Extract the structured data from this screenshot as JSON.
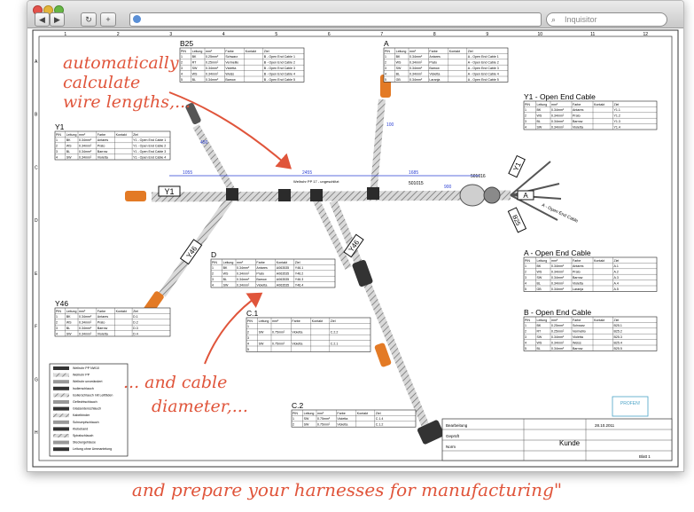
{
  "browser": {
    "back_glyph": "◀",
    "forward_glyph": "▶",
    "reload_glyph": "↻",
    "add_glyph": "+",
    "search_placeholder": "Inquisitor"
  },
  "annotations": {
    "top_line1": "automatically",
    "top_line2": "calculate",
    "top_line3": "wire lengths,...",
    "mid_line1": "... and cable",
    "mid_line2": "diameter,...",
    "bottom_caption": "and prepare your harnesses for manufacturing\""
  },
  "colors": {
    "accent": "#e0553b",
    "connector": "#e37a25",
    "dimension": "#2a3fd4"
  },
  "tables": {
    "b25": {
      "title": "B25",
      "headers": [
        "PIN",
        "Leitung",
        "mm²",
        "Farbe",
        "Kontakt",
        "Ziel"
      ],
      "rows": [
        [
          "1",
          "BK",
          "0.25mm²",
          "Schwarz",
          "",
          "B - Open End Cable 1"
        ],
        [
          "2",
          "RT",
          "0.25mm²",
          "Vermellio",
          "",
          "B - Open End Cable 2"
        ],
        [
          "3",
          "SW",
          "0.34mm²",
          "Violetta",
          "",
          "B - Open End Cable 3"
        ],
        [
          "4",
          "WS",
          "0.34mm²",
          "Weiss",
          "",
          "B - Open End Cable 4"
        ],
        [
          "5",
          "BL",
          "0.34mm²",
          "Barrow",
          "",
          "B - Open End Cable 5"
        ]
      ]
    },
    "a": {
      "title": "A",
      "headers": [
        "PIN",
        "Leitung",
        "mm²",
        "Farbe",
        "Kontakt",
        "Ziel"
      ],
      "rows": [
        [
          "1",
          "BK",
          "0.34mm²",
          "Antares",
          "",
          "A - Open End Cable 1"
        ],
        [
          "2",
          "WS",
          "0.34mm²",
          "Prato",
          "",
          "A - Open End Cable 2"
        ],
        [
          "3",
          "SW",
          "0.34mm²",
          "Barrow",
          "",
          "A - Open End Cable 3"
        ],
        [
          "4",
          "BL",
          "0.34mm²",
          "Violetta",
          "",
          "A - Open End Cable 4"
        ],
        [
          "5",
          "GB",
          "0.34mm²",
          "Laranja",
          "",
          "A - Open End Cable 5"
        ]
      ]
    },
    "y1": {
      "title": "Y1",
      "headers": [
        "PIN",
        "Leitung",
        "mm²",
        "Farbe",
        "Kontakt",
        "Ziel"
      ],
      "rows": [
        [
          "1",
          "BK",
          "0.34mm²",
          "Antares",
          "",
          "Y1 - Open End Cable 1"
        ],
        [
          "2",
          "WS",
          "0.34mm²",
          "Prato",
          "",
          "Y1 - Open End Cable 2"
        ],
        [
          "3",
          "BL",
          "0.34mm²",
          "Barrow",
          "",
          "Y1 - Open End Cable 3"
        ],
        [
          "4",
          "SW",
          "0.34mm²",
          "Violetta",
          "",
          "Y1 - Open End Cable 4"
        ]
      ]
    },
    "y1_open": {
      "title": "Y1 - Open End Cable",
      "headers": [
        "PIN",
        "Leitung",
        "mm²",
        "Farbe",
        "Kontakt",
        "Ziel"
      ],
      "rows": [
        [
          "1",
          "BK",
          "0.34mm²",
          "Antares",
          "",
          "Y1.1"
        ],
        [
          "2",
          "WS",
          "0.34mm²",
          "Prato",
          "",
          "Y1.2"
        ],
        [
          "3",
          "BL",
          "0.34mm²",
          "Barrow",
          "",
          "Y1.3"
        ],
        [
          "4",
          "SW",
          "0.34mm²",
          "Violetta",
          "",
          "Y1.4"
        ]
      ]
    },
    "d": {
      "title": "D",
      "headers": [
        "PIN",
        "Leitung",
        "mm²",
        "Farbe",
        "Kontakt",
        "Ziel"
      ],
      "rows": [
        [
          "1",
          "BK",
          "0.34mm²",
          "Antares",
          "A063535",
          "Y46.1"
        ],
        [
          "2",
          "WS",
          "0.34mm²",
          "Prato",
          "A063535",
          "Y46.2"
        ],
        [
          "3",
          "BL",
          "0.34mm²",
          "Barrow",
          "A063535",
          "Y46.3"
        ],
        [
          "4",
          "SW",
          "0.34mm²",
          "Violetta",
          "A063535",
          "Y46.4"
        ]
      ]
    },
    "y46": {
      "title": "Y46",
      "headers": [
        "PIN",
        "Leitung",
        "mm²",
        "Farbe",
        "Kontakt",
        "Ziel"
      ],
      "rows": [
        [
          "1",
          "BK",
          "0.34mm²",
          "Antares",
          "",
          "D.1"
        ],
        [
          "2",
          "WS",
          "0.34mm²",
          "Prato",
          "",
          "D.2"
        ],
        [
          "3",
          "BL",
          "0.34mm²",
          "Barrow",
          "",
          "D.3"
        ],
        [
          "4",
          "SW",
          "0.34mm²",
          "Violetta",
          "",
          "D.4"
        ]
      ]
    },
    "a_open": {
      "title": "A - Open End Cable",
      "headers": [
        "PIN",
        "Leitung",
        "mm²",
        "Farbe",
        "Kontakt",
        "Ziel"
      ],
      "rows": [
        [
          "1",
          "BK",
          "0.34mm²",
          "Antares",
          "",
          "A.1"
        ],
        [
          "2",
          "WS",
          "0.34mm²",
          "Prato",
          "",
          "A.2"
        ],
        [
          "3",
          "SW",
          "0.34mm²",
          "Barrow",
          "",
          "A.3"
        ],
        [
          "4",
          "BL",
          "0.34mm²",
          "Violetta",
          "",
          "A.4"
        ],
        [
          "5",
          "GB",
          "0.34mm²",
          "Laranja",
          "",
          "A.5"
        ]
      ]
    },
    "b_open": {
      "title": "B - Open End Cable",
      "headers": [
        "PIN",
        "Leitung",
        "mm²",
        "Farbe",
        "Kontakt",
        "Ziel"
      ],
      "rows": [
        [
          "1",
          "BK",
          "0.25mm²",
          "Schwarz",
          "",
          "B25.1"
        ],
        [
          "2",
          "RT",
          "0.25mm²",
          "Vermellio",
          "",
          "B25.2"
        ],
        [
          "3",
          "SW",
          "0.34mm²",
          "Violetta",
          "",
          "B25.3"
        ],
        [
          "4",
          "WS",
          "0.34mm²",
          "Weiss",
          "",
          "B25.4"
        ],
        [
          "5",
          "BL",
          "0.34mm²",
          "Barrow",
          "",
          "B25.5"
        ]
      ]
    },
    "c1": {
      "title": "C.1",
      "headers": [
        "PIN",
        "Leitung",
        "mm²",
        "Farbe",
        "Kontakt",
        "Ziel"
      ],
      "rows": [
        [
          "1",
          "",
          "",
          "",
          "",
          ""
        ],
        [
          "2",
          "SW",
          "0.75mm²",
          "Violetta",
          "",
          "C.2.2"
        ],
        [
          "3",
          "",
          "",
          "",
          "",
          ""
        ],
        [
          "4",
          "SW",
          "0.75mm²",
          "Violetta",
          "",
          "C.2.1"
        ],
        [
          "5",
          "",
          "",
          "",
          "",
          ""
        ]
      ]
    },
    "c2": {
      "title": "C.2",
      "headers": [
        "PIN",
        "Leitung",
        "mm²",
        "Farbe",
        "Kontakt",
        "Ziel"
      ],
      "rows": [
        [
          "1",
          "SW",
          "0.75mm²",
          "Violetta",
          "",
          "C.1.4"
        ],
        [
          "2",
          "SW",
          "0.75mm²",
          "Violetta",
          "",
          "C.1.2"
        ]
      ]
    }
  },
  "labels": {
    "y1_tag": "Y1",
    "y46_tag": "Y46",
    "y1_side_tag": "Y1",
    "a_tag": "A",
    "a_side_tag": "A",
    "b25_tag": "B25",
    "dims": [
      "1055",
      "2455",
      "1685",
      "900",
      "450",
      "100"
    ],
    "a_open_end": "A - Open End Cable",
    "part_a": "501016",
    "part_b": "501015",
    "drawing_note": "Wellrohr PP 17 - ungeschlitzt",
    "kunde_label": "Kunde",
    "proofed": "PROFEN!"
  },
  "title_block": {
    "date": "28.10.2011",
    "rows": [
      "Bearbeitung",
      "Geprüft",
      "Norm",
      "Kunde"
    ],
    "sheet": "Blatt 1"
  },
  "legend": {
    "items": [
      "Wellrohr PP NW10",
      "Wellrohr PP",
      "Wellrohr unverändert",
      "Isolierschlauch",
      "Isolierschlauch mit Leitfäden",
      "Geflechtschlauch",
      "Glasseidenschlauch",
      "Kabelbinder",
      "Schrumpfschlauch",
      "Klebeband",
      "Spiralschlauch",
      "Steckergehäuse",
      "Leitung ohne Ummantelung"
    ]
  },
  "frame": {
    "columns": [
      "1",
      "2",
      "3",
      "4",
      "5",
      "6",
      "7",
      "8",
      "9",
      "10",
      "11",
      "12"
    ],
    "rows": [
      "A",
      "B",
      "C",
      "D",
      "E",
      "F",
      "G",
      "H"
    ]
  }
}
